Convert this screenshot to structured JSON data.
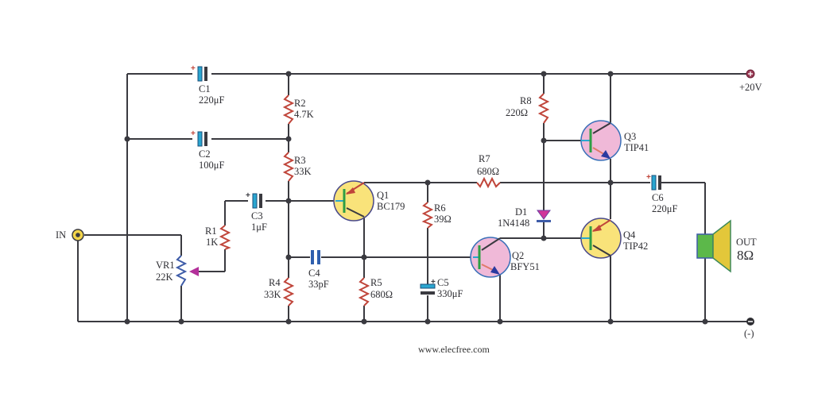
{
  "title": "Audio power amplifier circuit",
  "supply": {
    "positive_label": "+20V",
    "negative_label": "(-)"
  },
  "input": {
    "label": "IN"
  },
  "output": {
    "label": "OUT",
    "value": "8Ω"
  },
  "components": {
    "C1": {
      "ref": "C1",
      "value": "220μF",
      "type": "electrolytic-capacitor"
    },
    "C2": {
      "ref": "C2",
      "value": "100μF",
      "type": "electrolytic-capacitor"
    },
    "C3": {
      "ref": "C3",
      "value": "1μF",
      "type": "electrolytic-capacitor"
    },
    "C4": {
      "ref": "C4",
      "value": "33pF",
      "type": "capacitor"
    },
    "C5": {
      "ref": "C5",
      "value": "330μF",
      "type": "electrolytic-capacitor"
    },
    "C6": {
      "ref": "C6",
      "value": "220μF",
      "type": "electrolytic-capacitor"
    },
    "R1": {
      "ref": "R1",
      "value": "1K"
    },
    "R2": {
      "ref": "R2",
      "value": "4.7K"
    },
    "R3": {
      "ref": "R3",
      "value": "33K"
    },
    "R4": {
      "ref": "R4",
      "value": "33K"
    },
    "R5": {
      "ref": "R5",
      "value": "680Ω"
    },
    "R6": {
      "ref": "R6",
      "value": "39Ω"
    },
    "R7": {
      "ref": "R7",
      "value": "680Ω"
    },
    "R8": {
      "ref": "R8",
      "value": "220Ω"
    },
    "VR1": {
      "ref": "VR1",
      "value": "22K"
    },
    "D1": {
      "ref": "D1",
      "value": "1N4148"
    },
    "Q1": {
      "ref": "Q1",
      "value": "BC179",
      "type": "PNP"
    },
    "Q2": {
      "ref": "Q2",
      "value": "BFY51",
      "type": "NPN"
    },
    "Q3": {
      "ref": "Q3",
      "value": "TIP41",
      "type": "NPN"
    },
    "Q4": {
      "ref": "Q4",
      "value": "TIP42",
      "type": "PNP"
    }
  },
  "colors": {
    "wire": "#3a3a40",
    "resistor": "#c0453a",
    "potentiometer": "#3e5ca8",
    "pnp_body": "#f9e37a",
    "npn_body": "#f0b9d8",
    "cap_plus_plate": "#2aa6d0",
    "diode": "#d1349a",
    "speaker_magnet": "#5cb84a",
    "speaker_cone": "#e3c73a"
  },
  "footer": "www.elecfree.com"
}
